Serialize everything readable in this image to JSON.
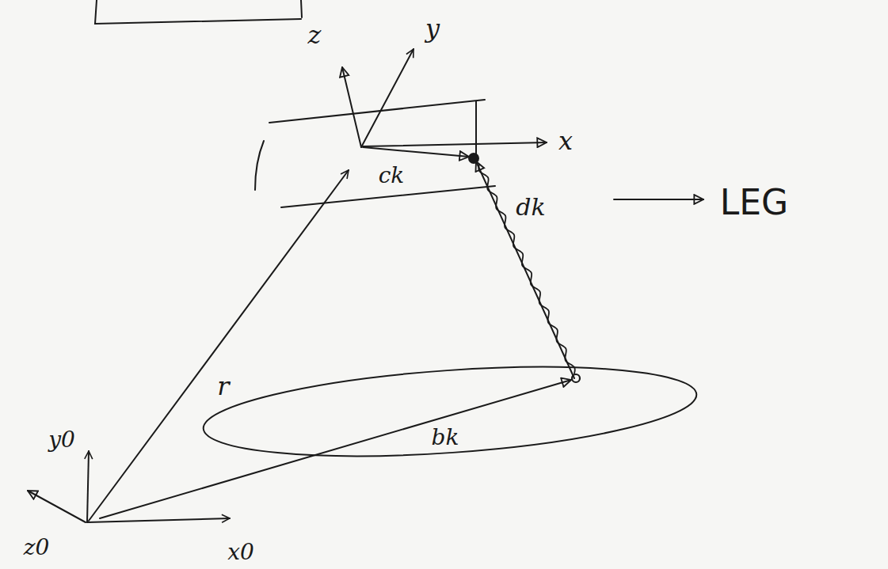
{
  "diagram": {
    "labels": [
      "z",
      "y",
      "x",
      "ck",
      "dk",
      "LEG",
      "r",
      "bk",
      "y0",
      "z0",
      "x0"
    ]
  }
}
